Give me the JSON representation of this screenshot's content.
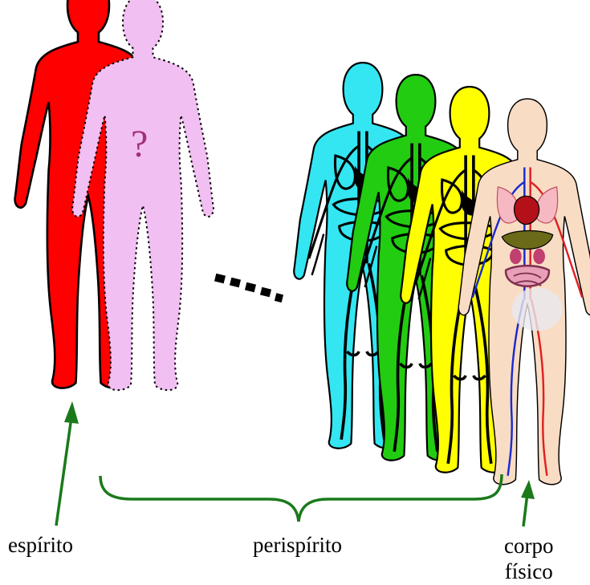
{
  "question_mark": "?",
  "labels": {
    "espirito": "espírito",
    "perispirito": "perispírito",
    "corpo_line1": "corpo",
    "corpo_line2": "físico"
  },
  "colors": {
    "espirito": "#ff0000",
    "unknown_body": "#f2bff2",
    "perispirito_1": "#33e6f2",
    "perispirito_2": "#22cc11",
    "perispirito_3": "#ffff00",
    "corpo_fisico": "#f9dcc4",
    "arrow": "#1a7a1a",
    "question_mark": "#a0307a"
  }
}
